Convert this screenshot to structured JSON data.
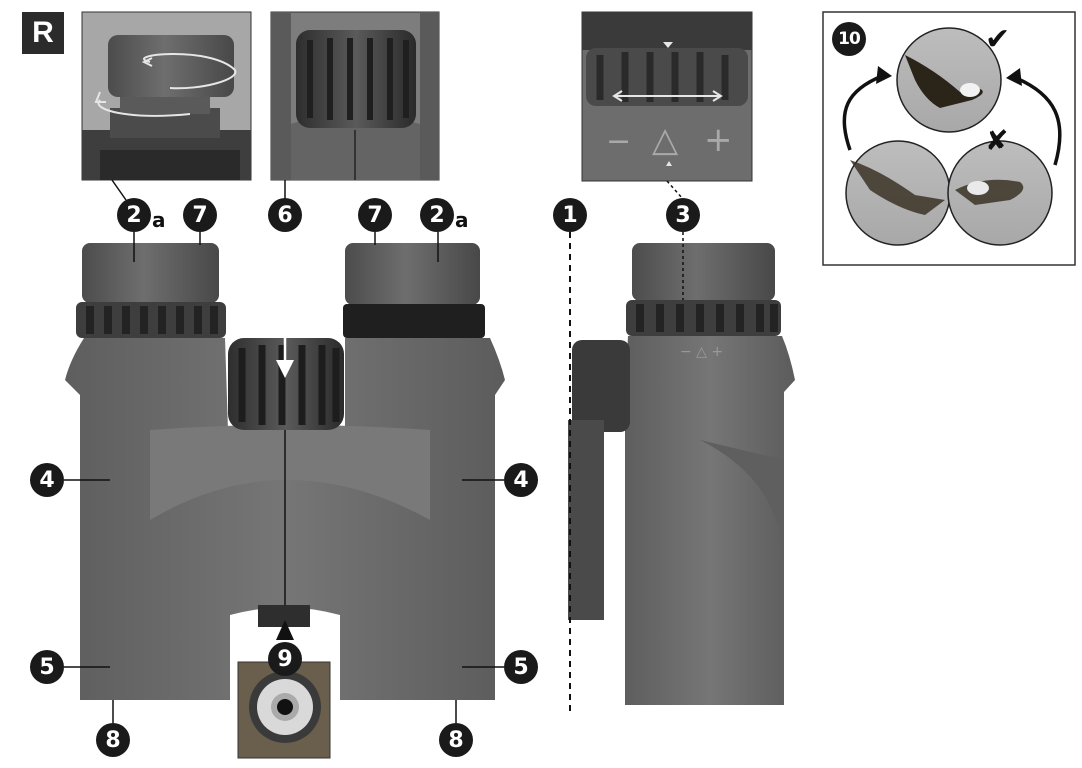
{
  "figure": {
    "badge": "R",
    "callouts": {
      "c1": "1",
      "c2a_left": "2",
      "c2a_right": "2",
      "c2a_suffix": "a",
      "c3": "3",
      "c4_left": "4",
      "c4_right": "4",
      "c5_left": "5",
      "c5_right": "5",
      "c6": "6",
      "c7_left": "7",
      "c7_right": "7",
      "c8_left": "8",
      "c8_right": "8",
      "c9": "9",
      "c10": "10"
    },
    "diopter_scale": {
      "minus": "−",
      "center": "△",
      "plus": "+"
    },
    "focus_view": {
      "correct_mark": "✔",
      "wrong_mark": "✘"
    }
  },
  "colors": {
    "body": "#6f6f6f",
    "body_dark": "#4a4a4a",
    "body_light": "#8a8a8a",
    "callout": "#1a1a1a",
    "inset_bg": "#9a9a9a"
  }
}
